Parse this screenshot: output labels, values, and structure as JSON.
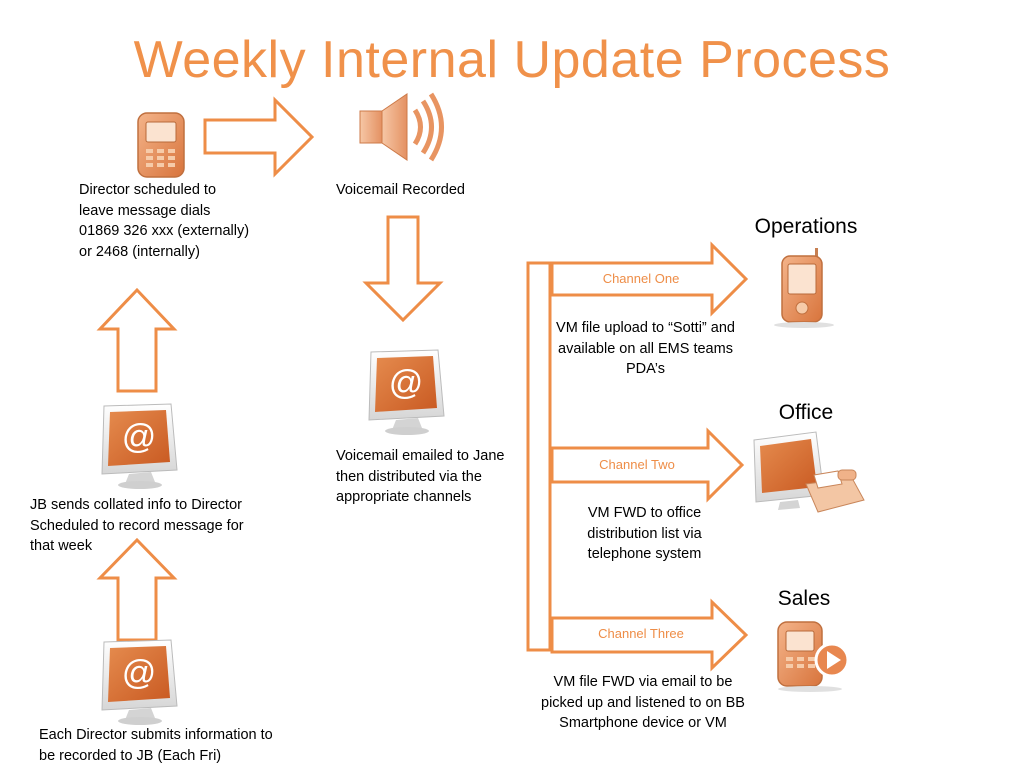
{
  "title": "Weekly Internal Update Process",
  "colors": {
    "accent": "#f0914a",
    "icon_fill": "#e6915a",
    "icon_screen": "#d9662a"
  },
  "steps": {
    "director_dials": "Director scheduled to leave message dials 01869 326 xxx (externally) or 2468 (internally)",
    "voicemail_recorded": "Voicemail Recorded",
    "jb_sends": "JB sends collated info to Director Scheduled to record message for that week",
    "voicemail_emailed": "Voicemail emailed to Jane then distributed via the appropriate channels",
    "each_director": "Each Director submits information to be recorded to JB (Each Fri)"
  },
  "channels": [
    {
      "label": "Channel One",
      "target": "Operations",
      "description": "VM file upload to “Sotti” and available on all EMS teams PDA’s",
      "icon": "pda-icon"
    },
    {
      "label": "Channel Two",
      "target": "Office",
      "description": "VM FWD to office distribution list via telephone system",
      "icon": "monitor-fax-icon"
    },
    {
      "label": "Channel Three",
      "target": "Sales",
      "description": "VM file FWD via email to be picked up and listened to on BB Smartphone device or VM",
      "icon": "smartphone-play-icon"
    }
  ],
  "icon_glyphs": {
    "email": "@"
  }
}
